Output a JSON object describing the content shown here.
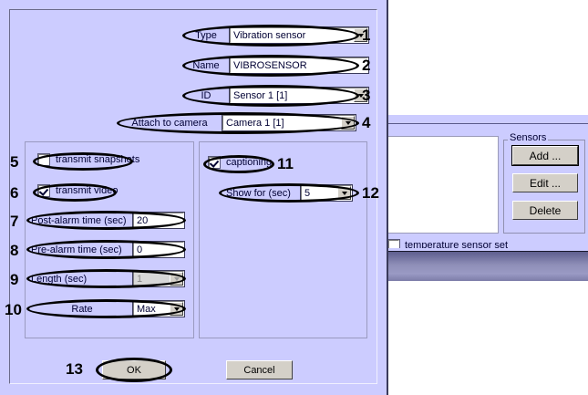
{
  "dialog": {
    "fields": [
      {
        "marker": "1",
        "label": "Type",
        "control": "combo",
        "value": "Vibration sensor"
      },
      {
        "marker": "2",
        "label": "Name",
        "control": "textbox",
        "value": "VIBROSENSOR"
      },
      {
        "marker": "3",
        "label": "ID",
        "control": "combo",
        "value": "Sensor 1 [1]"
      },
      {
        "marker": "4",
        "label": "Attach to camera",
        "control": "combo",
        "value": "Camera 1 [1]"
      },
      {
        "marker": "5",
        "label": "transmit snapshots",
        "control": "checkbox",
        "checked": false
      },
      {
        "marker": "6",
        "label": "transmit video",
        "control": "checkbox",
        "checked": true
      },
      {
        "marker": "7",
        "label": "Post-alarm time (sec)",
        "control": "textbox",
        "value": "20"
      },
      {
        "marker": "8",
        "label": "Pre-alarm time (sec)",
        "control": "textbox",
        "value": "0"
      },
      {
        "marker": "9",
        "label": "Length (sec)",
        "control": "combo",
        "value": "1",
        "disabled": true
      },
      {
        "marker": "10",
        "label": "Rate",
        "control": "combo",
        "value": "Max"
      },
      {
        "marker": "11",
        "label": "captioning",
        "control": "checkbox",
        "checked": true
      },
      {
        "marker": "12",
        "label": "Show for (sec)",
        "control": "combo",
        "value": "5"
      }
    ],
    "buttons": {
      "ok_marker": "13",
      "ok_label": "OK",
      "cancel_label": "Cancel"
    }
  },
  "background_window": {
    "group_title": "Sensors",
    "buttons": [
      {
        "label": "Add ..."
      },
      {
        "label": "Edit ..."
      },
      {
        "label": "Delete"
      }
    ],
    "checkbox": {
      "label": "temperature sensor set",
      "checked": false
    }
  },
  "colors": {
    "dialog_bg": "#ccccff",
    "button_face": "#d4d0c8",
    "text": "#000033",
    "annotation": "#000000",
    "dark_bar_top": "#5f5f8f",
    "dark_bar_mid": "#9a9ac4"
  }
}
